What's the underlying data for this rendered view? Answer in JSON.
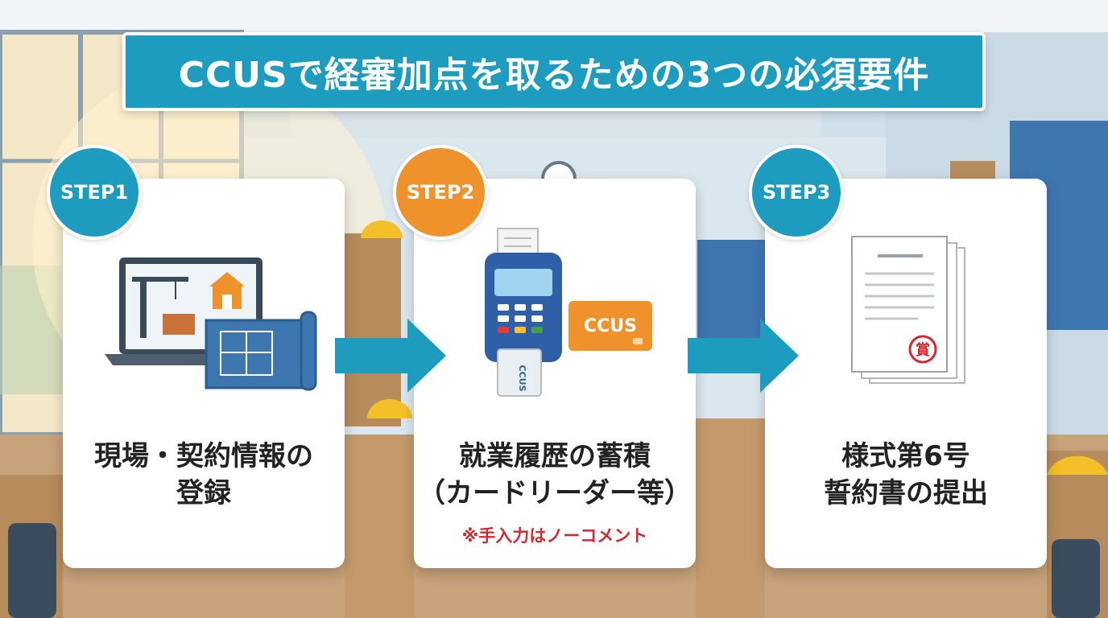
{
  "title": "CCUSで経審加点を取るための3つの必須要件",
  "colors": {
    "title_bg": "#1d9cc0",
    "step_blue": "#1d9cc0",
    "step_orange": "#f0922b",
    "arrow": "#1d9cc0",
    "note_red": "#d4272e",
    "text_dark": "#222222"
  },
  "steps": [
    {
      "badge": "STEP1",
      "lines": [
        "現場・契約情報の",
        "登録"
      ],
      "note": "",
      "icons": [
        "laptop-icon",
        "crane-icon",
        "house-icon",
        "blueprint-icon"
      ]
    },
    {
      "badge": "STEP2",
      "lines": [
        "就業履歴の蓄積",
        "（カードリーダー等）"
      ],
      "note": "※手入力はノーコメント",
      "card_label": "CCUS",
      "inserted_card_label": "CCUS",
      "icons": [
        "card-reader-icon",
        "ccus-card-icon"
      ]
    },
    {
      "badge": "STEP3",
      "lines": [
        "様式第6号",
        "誓約書の提出"
      ],
      "note": "",
      "seal_char": "賞",
      "icons": [
        "document-icon",
        "seal-stamp-icon"
      ]
    }
  ]
}
